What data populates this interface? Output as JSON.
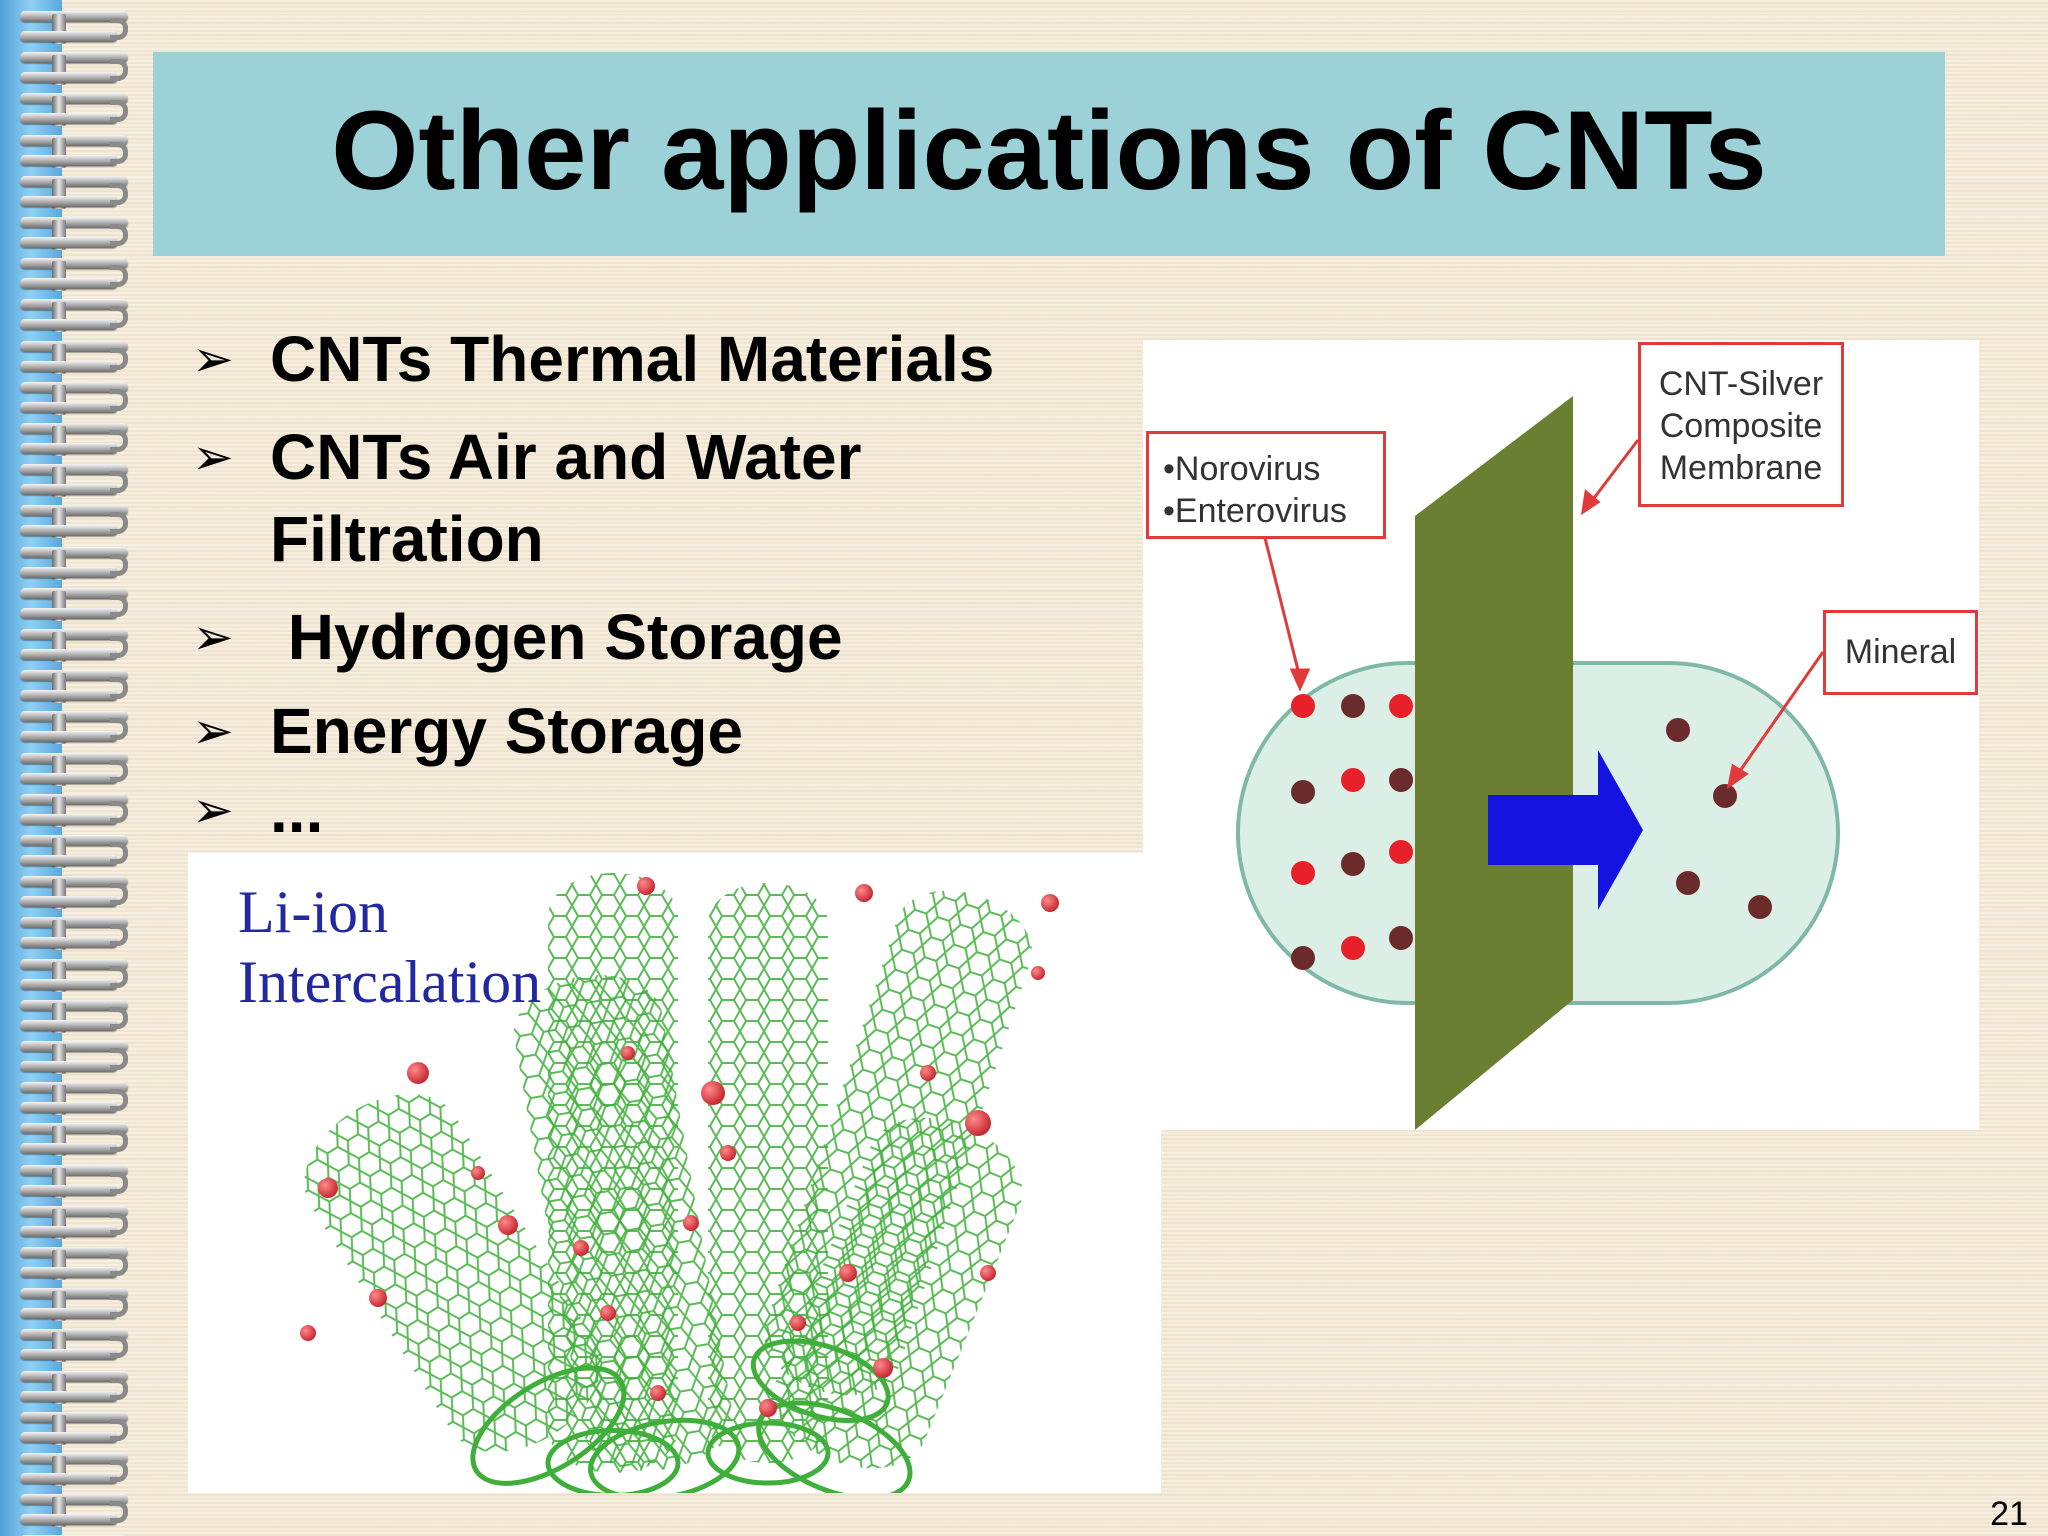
{
  "slide": {
    "title": "Other applications of CNTs",
    "page_number": "21",
    "bullets": [
      {
        "text": "CNTs Thermal Materials"
      },
      {
        "text": "CNTs Air and Water Filtration"
      },
      {
        "text": " Hydrogen Storage"
      },
      {
        "text": "Energy Storage"
      },
      {
        "text": "..."
      }
    ],
    "bullet_marker": "➢"
  },
  "filtration_diagram": {
    "virus_labels": [
      "•Norovirus",
      "•Enterovirus"
    ],
    "membrane_label": [
      "CNT-Silver",
      "Composite",
      "Membrane"
    ],
    "mineral_label": "Mineral",
    "colors": {
      "membrane": "#6b7f32",
      "tube": "#dcefe6",
      "arrow": "#1414e0",
      "virus": "#e8202a",
      "mineral": "#6b2b2b",
      "label_border": "#e03a3a"
    }
  },
  "liion_image": {
    "label": [
      "Li-ion",
      "Intercalation"
    ],
    "colors": {
      "nanotube": "#3fae3a",
      "ion": "#c62a33"
    }
  }
}
